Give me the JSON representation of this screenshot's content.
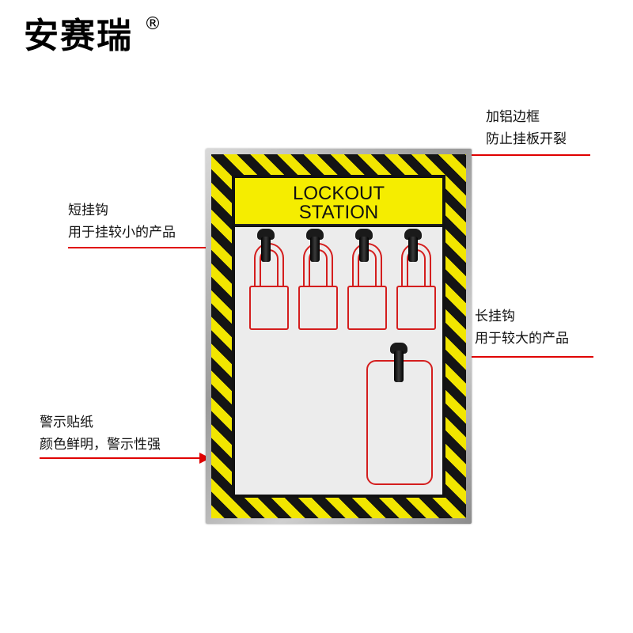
{
  "brand": {
    "name": "安赛瑞",
    "registered_mark": "®"
  },
  "board": {
    "title_line1": "LOCKOUT",
    "title_line2": "STATION",
    "colors": {
      "hazard_yellow": "#f2e600",
      "hazard_black": "#141414",
      "outline_red": "#d41e1e",
      "arrow_red": "#e00000"
    }
  },
  "callouts": {
    "frame": {
      "line1": "加铝边框",
      "line2": "防止挂板开裂"
    },
    "short_hook": {
      "line1": "短挂钩",
      "line2": "用于挂较小的产品"
    },
    "long_hook": {
      "line1": "长挂钩",
      "line2": "用于较大的产品"
    },
    "sticker": {
      "line1": "警示贴纸",
      "line2": "颜色鲜明，警示性强"
    }
  }
}
